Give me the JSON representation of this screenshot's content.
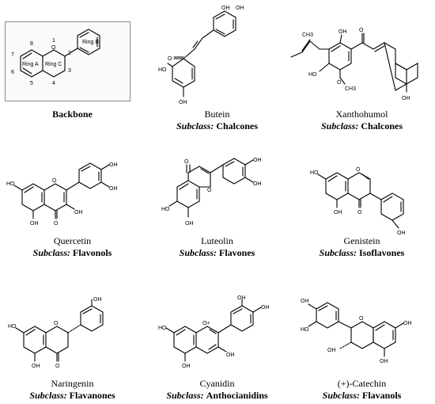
{
  "backbone": {
    "name": "Backbone",
    "ring_labels": [
      "Ring A",
      "Ring C",
      "Ring B"
    ],
    "position_numbers": [
      "1",
      "2",
      "3",
      "4",
      "5",
      "6",
      "7",
      "8"
    ],
    "atom_labels": [
      "O"
    ]
  },
  "compounds": [
    {
      "name": "Butein",
      "subclass_label": "Subclass:",
      "subclass": "Chalcones"
    },
    {
      "name": "Xanthohumol",
      "subclass_label": "Subclass:",
      "subclass": "Chalcones"
    },
    {
      "name": "Quercetin",
      "subclass_label": "Subclass:",
      "subclass": "Flavonols"
    },
    {
      "name": "Luteolin",
      "subclass_label": "Subclass:",
      "subclass": "Flavones"
    },
    {
      "name": "Genistein",
      "subclass_label": "Subclass:",
      "subclass": "Isoflavones"
    },
    {
      "name": "Naringenin",
      "subclass_label": "Subclass:",
      "subclass": "Flavanones"
    },
    {
      "name": "Cyanidin",
      "subclass_label": "Subclass:",
      "subclass": "Anthocianidins"
    },
    {
      "name": "(+)-Catechin",
      "subclass_label": "Subclass:",
      "subclass": "Flavanols"
    }
  ],
  "atom_text": {
    "oh": "OH",
    "ho": "HO",
    "o": "O",
    "o_plus": "O+",
    "ch3": "CH3"
  }
}
